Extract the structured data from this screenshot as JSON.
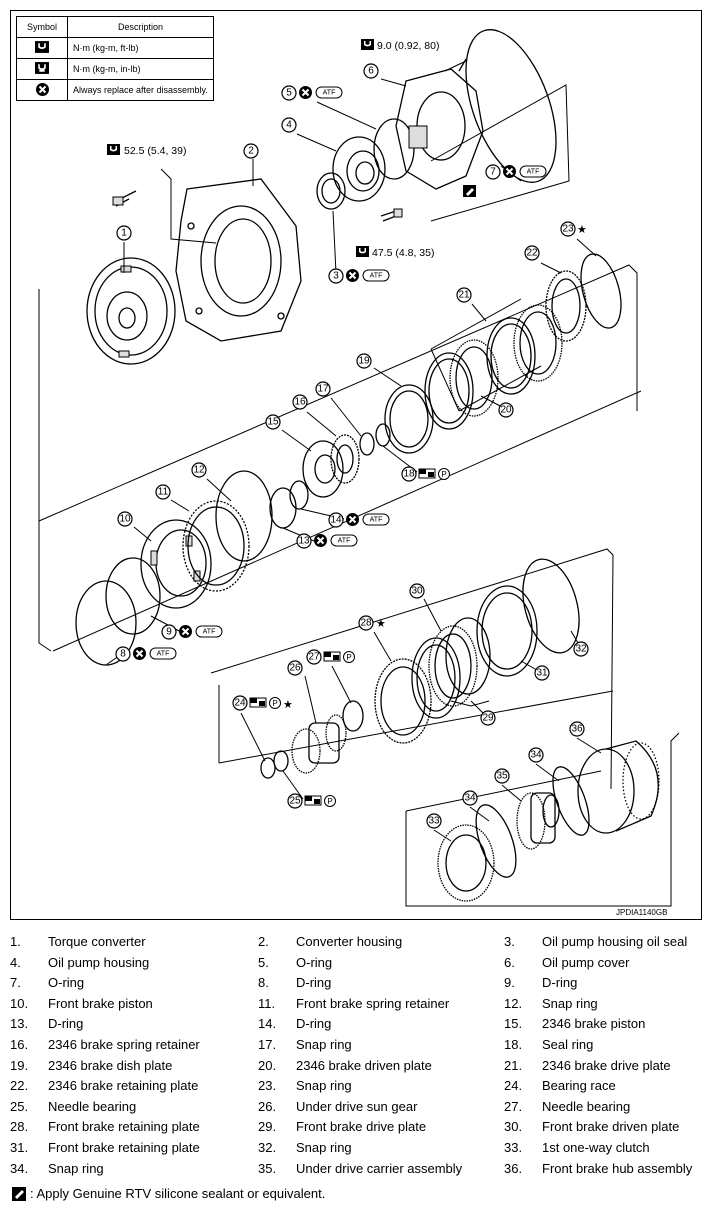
{
  "legend": {
    "header_symbol": "Symbol",
    "header_description": "Description",
    "rows": [
      {
        "icon": "torque-wrench-icon",
        "text": "N·m (kg-m, ft-lb)"
      },
      {
        "icon": "torque-wrench-inlb-icon",
        "text": "N·m (kg-m, in-lb)"
      },
      {
        "icon": "replace-x-icon",
        "text": "Always replace after disassembly."
      }
    ]
  },
  "torque_specs": {
    "oil_pump_cover_bolt": "9.0 (0.92, 80)",
    "converter_housing_bolt": "52.5 (5.4, 39)",
    "oil_pump_housing_bolt": "47.5 (4.8, 35)"
  },
  "badges": {
    "atf": "ATF",
    "petroleum_jelly": "P",
    "star": "★"
  },
  "callouts": [
    "1",
    "2",
    "3",
    "4",
    "5",
    "6",
    "7",
    "8",
    "9",
    "10",
    "11",
    "12",
    "13",
    "14",
    "15",
    "16",
    "17",
    "18",
    "19",
    "20",
    "21",
    "22",
    "23",
    "24",
    "25",
    "26",
    "27",
    "28",
    "29",
    "30",
    "31",
    "32",
    "33",
    "34",
    "35",
    "36"
  ],
  "reference_code": "JPDIA1140GB",
  "parts": [
    [
      {
        "n": "1.",
        "name": "Torque converter"
      },
      {
        "n": "2.",
        "name": "Converter housing"
      },
      {
        "n": "3.",
        "name": "Oil pump housing oil seal"
      }
    ],
    [
      {
        "n": "4.",
        "name": "Oil pump housing"
      },
      {
        "n": "5.",
        "name": "O-ring"
      },
      {
        "n": "6.",
        "name": "Oil pump cover"
      }
    ],
    [
      {
        "n": "7.",
        "name": "O-ring"
      },
      {
        "n": "8.",
        "name": "D-ring"
      },
      {
        "n": "9.",
        "name": "D-ring"
      }
    ],
    [
      {
        "n": "10.",
        "name": "Front brake piston"
      },
      {
        "n": "11.",
        "name": "Front brake spring retainer"
      },
      {
        "n": "12.",
        "name": "Snap ring"
      }
    ],
    [
      {
        "n": "13.",
        "name": "D-ring"
      },
      {
        "n": "14.",
        "name": "D-ring"
      },
      {
        "n": "15.",
        "name": "2346 brake piston"
      }
    ],
    [
      {
        "n": "16.",
        "name": "2346 brake spring retainer"
      },
      {
        "n": "17.",
        "name": "Snap ring"
      },
      {
        "n": "18.",
        "name": "Seal ring"
      }
    ],
    [
      {
        "n": "19.",
        "name": "2346 brake dish plate"
      },
      {
        "n": "20.",
        "name": "2346 brake driven plate"
      },
      {
        "n": "21.",
        "name": "2346 brake drive plate"
      }
    ],
    [
      {
        "n": "22.",
        "name": "2346 brake retaining plate"
      },
      {
        "n": "23.",
        "name": "Snap ring"
      },
      {
        "n": "24.",
        "name": "Bearing race"
      }
    ],
    [
      {
        "n": "25.",
        "name": "Needle bearing"
      },
      {
        "n": "26.",
        "name": "Under drive sun gear"
      },
      {
        "n": "27.",
        "name": "Needle bearing"
      }
    ],
    [
      {
        "n": "28.",
        "name": "Front brake retaining plate"
      },
      {
        "n": "29.",
        "name": "Front brake drive plate"
      },
      {
        "n": "30.",
        "name": "Front brake driven plate"
      }
    ],
    [
      {
        "n": "31.",
        "name": "Front brake retaining plate"
      },
      {
        "n": "32.",
        "name": "Snap ring"
      },
      {
        "n": "33.",
        "name": "1st one-way clutch"
      }
    ],
    [
      {
        "n": "34.",
        "name": "Snap ring"
      },
      {
        "n": "35.",
        "name": "Under drive carrier assembly"
      },
      {
        "n": "36.",
        "name": "Front brake hub assembly"
      }
    ]
  ],
  "footer_note": ": Apply Genuine RTV silicone sealant or equivalent."
}
